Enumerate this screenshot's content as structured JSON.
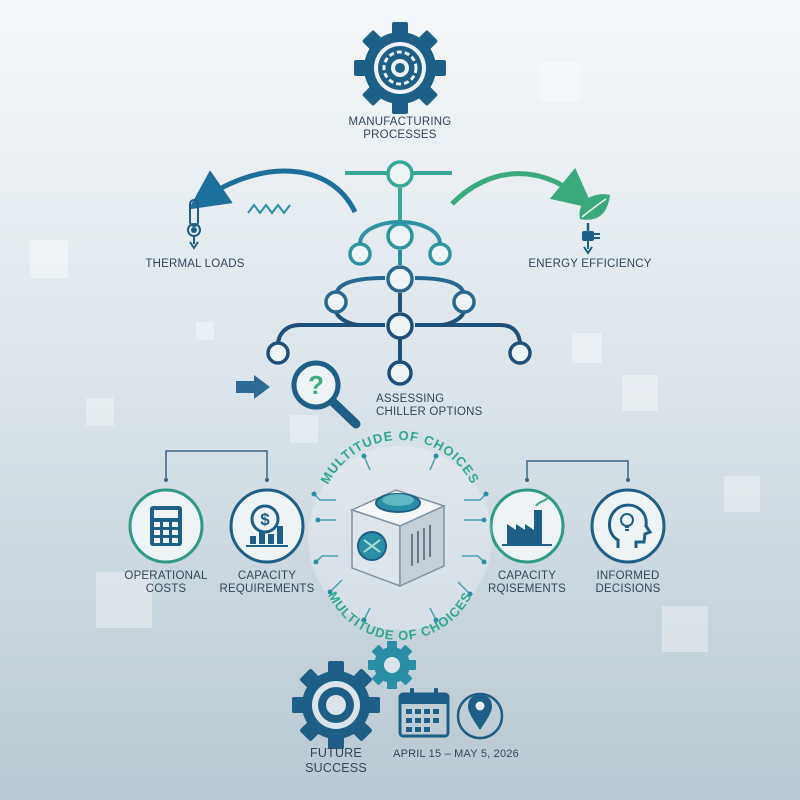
{
  "labels": {
    "manufacturing": [
      "MANUFACTURING",
      "PROCESSES"
    ],
    "thermal_loads": "THERMAL LOADS",
    "energy_efficiency": "ENERGY EFFICIENCY",
    "assessing": [
      "ASSESSING",
      "CHILLER OPTIONS"
    ],
    "choices_top": "MULTITUDE OF CHOICES",
    "choices_bottom": "MULTITUDE OF CHOICES",
    "operational_costs": [
      "OPERATIONAL",
      "COSTS"
    ],
    "capacity_requirements": [
      "CAPACITY",
      "REQUIREMENTS"
    ],
    "capacity_requisements": [
      "CAPACITY",
      "RQISEMENTS"
    ],
    "informed_decisions": [
      "INFORMED",
      "DECISIONS"
    ],
    "future_success": [
      "FUTURE",
      "SUCCESS"
    ],
    "date_range": "APRIL 15 – MAY 5, 2026"
  },
  "icons": {
    "top": "gear-icon",
    "thermal": "thermometer-icon",
    "energy": "leaf-plug-icon",
    "search": "magnifier-question-icon",
    "operational": "calculator-icon",
    "capacity": "dollar-chart-icon",
    "capacity_2": "factory-icon",
    "decisions": "head-lightbulb-icon",
    "center": "chiller-cube-icon",
    "future": "gears-icon",
    "calendar": "calendar-icon",
    "location": "map-pin-icon"
  },
  "colors": {
    "navy": "#1d4f78",
    "teal": "#2a8fa6",
    "green": "#3aaa7c",
    "text": "#33475a"
  }
}
